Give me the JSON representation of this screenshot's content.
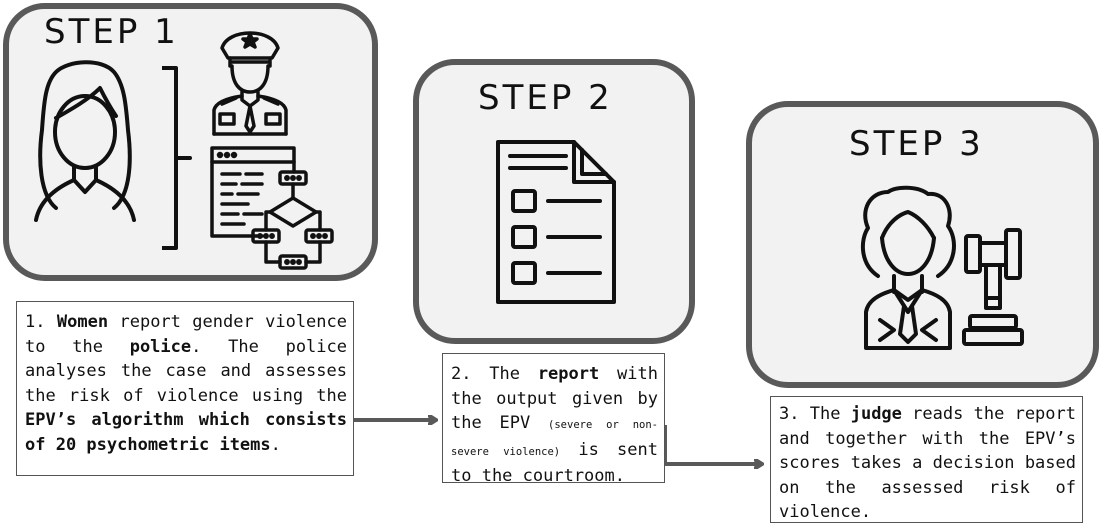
{
  "steps": [
    {
      "title": "STEP 1",
      "text": {
        "prefix": "1. ",
        "bold1": "Women",
        "mid1": " report gender violence to the ",
        "bold2": "police",
        "mid2": ". The police analyses the case and assesses the risk of violence using the ",
        "bold3": "EPV’s algorithm which consists of 20 psychometric items",
        "suffix": "."
      }
    },
    {
      "title": "STEP 2",
      "text": {
        "prefix": "2. The ",
        "bold1": "report",
        "mid1": " with the output given by the EPV ",
        "small": "(severe or non-severe violence)",
        "mid2": " is sent to the courtroom."
      }
    },
    {
      "title": "STEP 3",
      "text": {
        "prefix": "3. The ",
        "bold1": "judge",
        "mid1": " reads the report and together with the EPV’s scores takes a decision based on the assessed risk of violence."
      }
    }
  ],
  "icons": [
    "woman-icon",
    "police-officer-icon",
    "algorithm-flowchart-icon",
    "report-document-icon",
    "judge-icon",
    "gavel-icon"
  ],
  "colors": {
    "box_fill": "#f2f2f2",
    "box_border": "#595959",
    "arrow": "#595959",
    "icon_stroke": "#111111"
  }
}
